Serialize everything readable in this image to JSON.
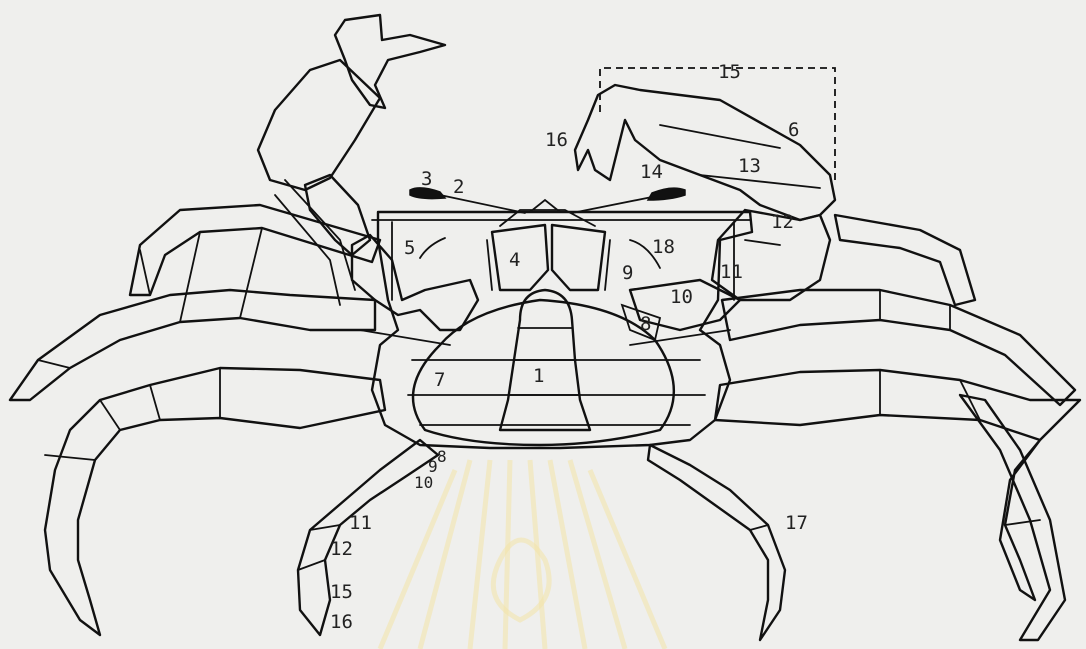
{
  "labels": {
    "l1": "1",
    "l2": "2",
    "l3": "3",
    "l4": "4",
    "l5": "5",
    "l6": "6",
    "l7": "7",
    "l8a": "8",
    "l8b": "8",
    "l9a": "9",
    "l9b": "9",
    "l10a": "10",
    "l10b": "10",
    "l11a": "11",
    "l11b": "11",
    "l12a": "12",
    "l12b": "12",
    "l13": "13",
    "l14": "14",
    "l15a": "15",
    "l15b": "15",
    "l16a": "16",
    "l16b": "16",
    "l17": "17",
    "l18": "18"
  }
}
